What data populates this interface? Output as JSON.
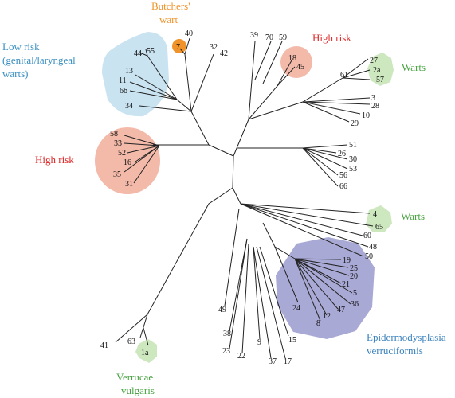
{
  "colors": {
    "low_risk": "#c9e3f1",
    "low_risk_text": "#3a8fc2",
    "high_risk": "#f3b9a9",
    "high_risk_text": "#dd2a2a",
    "warts": "#cde7bf",
    "warts_text": "#4aa443",
    "butchers": "#f0932a",
    "butchers_text": "#f0932a",
    "epidermo": "#a9a9d6",
    "epidermo_text": "#3a82bd",
    "branch": "#222222"
  },
  "groups": {
    "low_risk": [
      "Low risk",
      "(genital/laryngeal",
      "warts)"
    ],
    "butchers": [
      "Butchers'",
      "wart"
    ],
    "high_risk_top": [
      "High risk"
    ],
    "warts_top": [
      "Warts"
    ],
    "high_risk_left": [
      "High risk"
    ],
    "warts_mid": [
      "Warts"
    ],
    "epidermo": [
      "Epidermodysplasia",
      "verruciformis"
    ],
    "verrucae": [
      "Verrucae",
      "vulgaris"
    ]
  },
  "leaves": {
    "t40": "40",
    "t7": "7",
    "t32": "32",
    "t42": "42",
    "t39": "39",
    "t70": "70",
    "t59": "59",
    "t18": "18",
    "t45": "45",
    "t61": "61",
    "t27": "27",
    "t2a": "2a",
    "t57": "57",
    "t3": "3",
    "t28": "28",
    "t10": "10",
    "t29": "29",
    "t44": "44",
    "t55": "55",
    "t13": "13",
    "t11": "11",
    "t6b": "6b",
    "t34": "34",
    "t58": "58",
    "t33": "33",
    "t52": "52",
    "t16": "16",
    "t35": "35",
    "t31": "31",
    "t51": "51",
    "t26": "26",
    "t30": "30",
    "t53": "53",
    "t56": "56",
    "t66": "66",
    "t4": "4",
    "t65": "65",
    "t60": "60",
    "t48": "48",
    "t50": "50",
    "t19": "19",
    "t25": "25",
    "t20": "20",
    "t21": "21",
    "t5": "5",
    "t36": "36",
    "t47": "47",
    "t12": "12",
    "t8": "8",
    "t24": "24",
    "t49": "49",
    "t38": "38",
    "t23": "23",
    "t22": "22",
    "t9": "9",
    "t37": "37",
    "t17": "17",
    "t15": "15",
    "t41": "41",
    "t63": "63",
    "t1a": "1a"
  }
}
